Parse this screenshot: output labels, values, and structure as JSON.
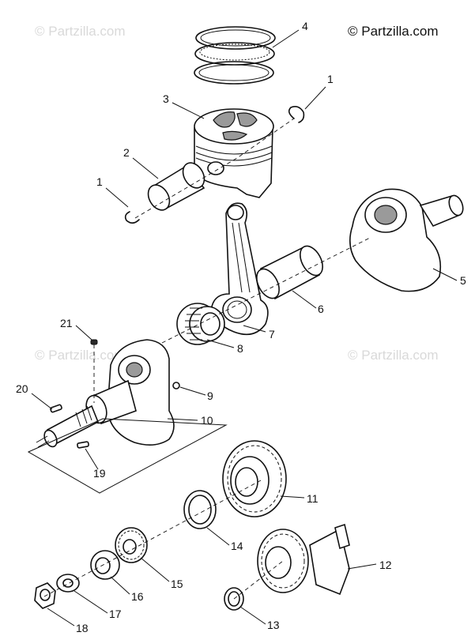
{
  "watermarks": [
    "© Partzilla.com",
    "© Partzilla.com",
    "© Partzilla.com"
  ],
  "brand": "© Partzilla.com",
  "callouts": {
    "ring_clip_upper": "1",
    "ring_clip_lower": "1",
    "piston_pin": "2",
    "piston": "3",
    "piston_rings": "4",
    "crankshaft_half": "5",
    "crank_pin": "6",
    "connecting_rod": "7",
    "needle_bearing": "8",
    "ball": "9",
    "crankshaft_assembly": "10",
    "drive_gear": "11",
    "balancer_shaft": "12",
    "washer_13": "13",
    "washer_14": "14",
    "gear_15": "15",
    "lock_washer_16": "16",
    "washer_17": "17",
    "nut_18": "18",
    "pin_19": "19",
    "key_20": "20",
    "pin_21": "21"
  }
}
